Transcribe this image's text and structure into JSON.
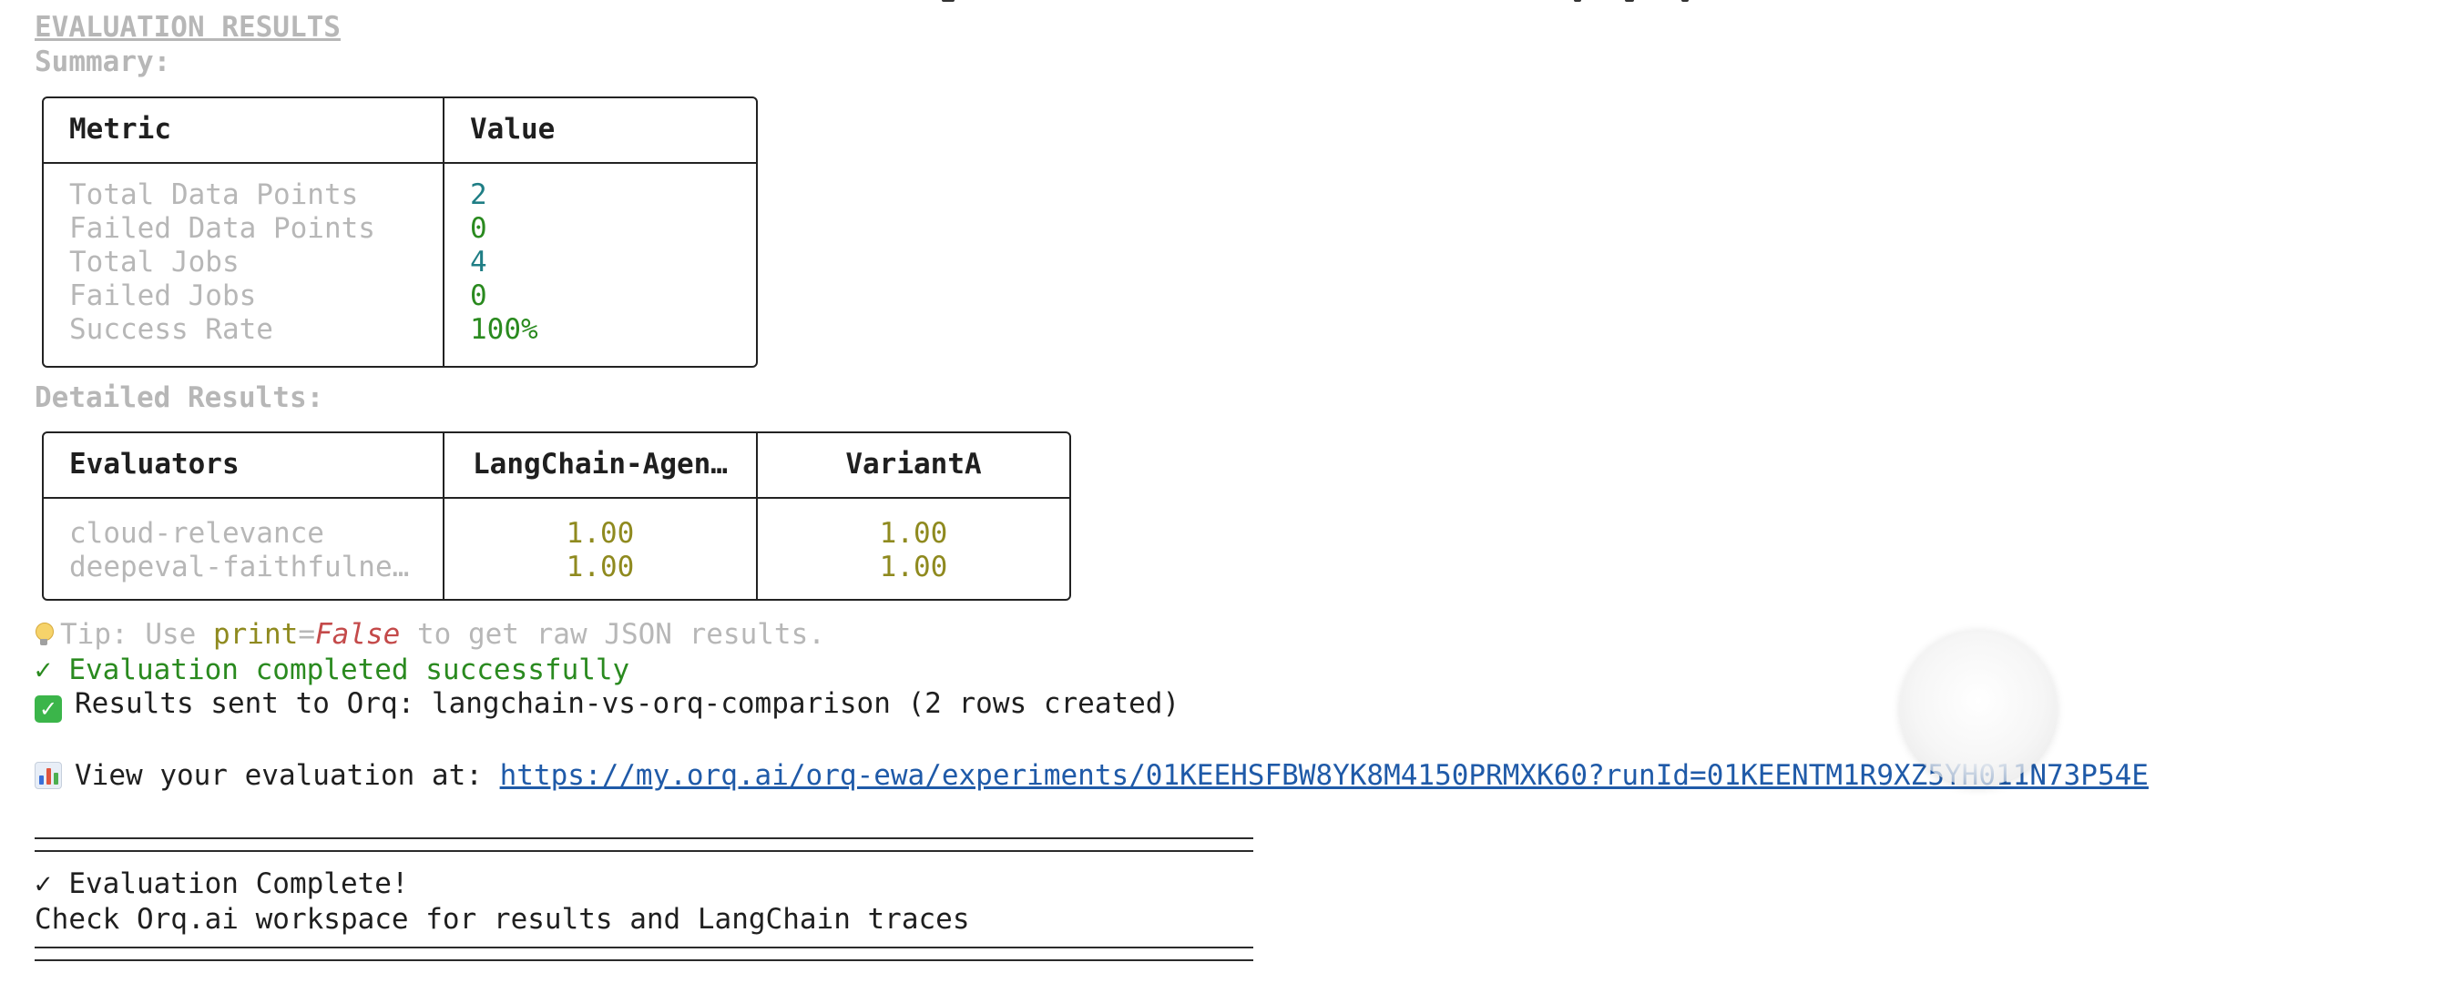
{
  "header": {
    "title": "EVALUATION RESULTS",
    "summary_label": "Summary:",
    "detailed_label": "Detailed Results:"
  },
  "summary_table": {
    "headers": [
      "Metric",
      "Value"
    ],
    "rows": [
      {
        "metric": "Total Data Points",
        "value": "2"
      },
      {
        "metric": "Failed Data Points",
        "value": "0"
      },
      {
        "metric": "Total Jobs",
        "value": "4"
      },
      {
        "metric": "Failed Jobs",
        "value": "0"
      },
      {
        "metric": "Success Rate",
        "value": "100%"
      }
    ]
  },
  "detailed_table": {
    "headers": [
      "Evaluators",
      "LangChain-Agen…",
      "VariantA"
    ],
    "rows": [
      {
        "evaluator": "cloud-relevance",
        "langchain": "1.00",
        "varianta": "1.00"
      },
      {
        "evaluator": "deepeval-faithfulne…",
        "langchain": "1.00",
        "varianta": "1.00"
      }
    ]
  },
  "tip": {
    "prefix": "Tip: Use ",
    "code": "print",
    "equals": "=",
    "value": "False",
    "suffix": " to get raw JSON results."
  },
  "status": {
    "completed": "✓ Evaluation completed successfully",
    "results_sent": "Results sent to Orq: langchain-vs-orq-comparison (2 rows created)"
  },
  "view": {
    "label": "View your evaluation at: ",
    "url": "https://my.orq.ai/orq-ewa/experiments/01KEEHSFBW8YK8M4150PRMXK60?runId=01KEENTM1R9XZ5YH011N73P54E"
  },
  "footer": {
    "complete": "✓ Evaluation Complete!",
    "check": "Check Orq.ai workspace for results and LangChain traces"
  },
  "icons": {
    "tip": "lightbulb-icon",
    "results": "check-mark-button-icon",
    "view": "bar-chart-icon"
  },
  "colors": {
    "success": "#2a8a1f",
    "number": "#1f7e85",
    "score": "#8f8a1f",
    "link": "#1f5aa8",
    "keyword": "#c44a4a"
  }
}
